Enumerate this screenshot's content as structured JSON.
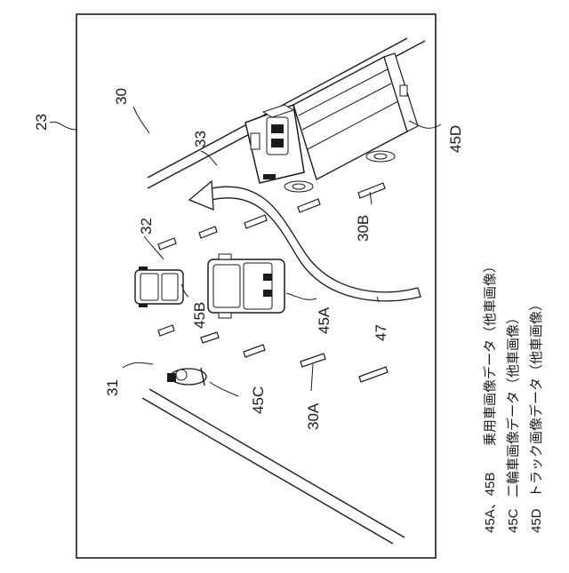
{
  "figure": {
    "frame_label": "23",
    "labels": {
      "road": "30",
      "lane_line_a": "30A",
      "lane_line_b": "30B",
      "motorcycle_lane": "31",
      "center_lane": "32",
      "truck_lane": "33",
      "car_a": "45A",
      "car_b": "45B",
      "motorcycle": "45C",
      "truck": "45D",
      "route_arrow": "47"
    },
    "legend": [
      {
        "code": "45A、45B",
        "text": "乗用車画像データ（他車画像）"
      },
      {
        "code": "45C",
        "text": "二輪車画像データ（他車画像）"
      },
      {
        "code": "45D",
        "text": "トラック画像データ（他車画像）"
      }
    ]
  }
}
